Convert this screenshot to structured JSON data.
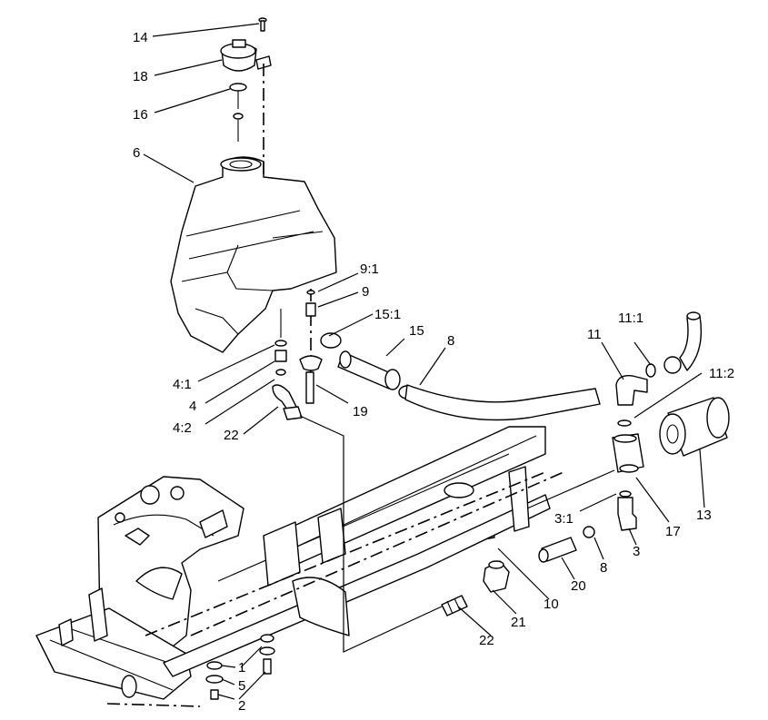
{
  "callouts": {
    "c14": "14",
    "c18": "18",
    "c16": "16",
    "c6": "6",
    "c9_1": "9:1",
    "c9": "9",
    "c15_1": "15:1",
    "c15": "15",
    "c8a": "8",
    "c4_1": "4:1",
    "c4": "4",
    "c4_2": "4:2",
    "c22a": "22",
    "c19": "19",
    "c11": "11",
    "c11_1": "11:1",
    "c11_2": "11:2",
    "c13": "13",
    "c17": "17",
    "c3_1": "3:1",
    "c3": "3",
    "c8b": "8",
    "c20": "20",
    "c10": "10",
    "c21": "21",
    "c22b": "22",
    "c1": "1",
    "c5": "5",
    "c2": "2"
  }
}
